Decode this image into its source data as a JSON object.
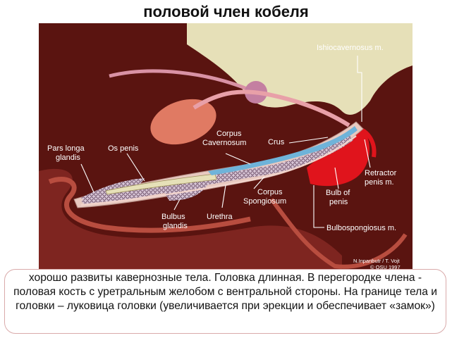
{
  "title": "половой член кобеля",
  "diagram": {
    "labels": {
      "ischiocavernosus": "Ishiocavernosus m.",
      "corpus_cavernosum_1": "Corpus",
      "corpus_cavernosum_2": "Cavernosum",
      "crus": "Crus",
      "pars_longa_1": "Pars longa",
      "pars_longa_2": "glandis",
      "os_penis": "Os penis",
      "retractor_1": "Retractor",
      "retractor_2": "penis m.",
      "corpus_spongiosum_1": "Corpus",
      "corpus_spongiosum_2": "Spongiosum",
      "bulb_1": "Bulb of",
      "bulb_2": "penis",
      "urethra": "Urethra",
      "bulbus_glandis_1": "Bulbus",
      "bulbus_glandis_2": "glandis",
      "bulbospongiosus": "Bulbospongiosus m.",
      "credit_1": "N.Inpanbutr / T. Vojt",
      "credit_2": "© OSU 1997"
    },
    "colors": {
      "background": "#5a1410",
      "body_wall": "#8c2a22",
      "bone": "#e6e0b8",
      "spongy": "#e8c9c0",
      "muscle": "#e0141c",
      "cavernosum": "#6fb3d9"
    }
  },
  "caption": "хорошо развиты кавернозные тела. Головка длинная. В перегородке члена - половая кость с уретральным желобом с вентральной стороны. На границе тела и головки – луковица головки (увеличивается при эрекции и обеспечивает «замок»)"
}
